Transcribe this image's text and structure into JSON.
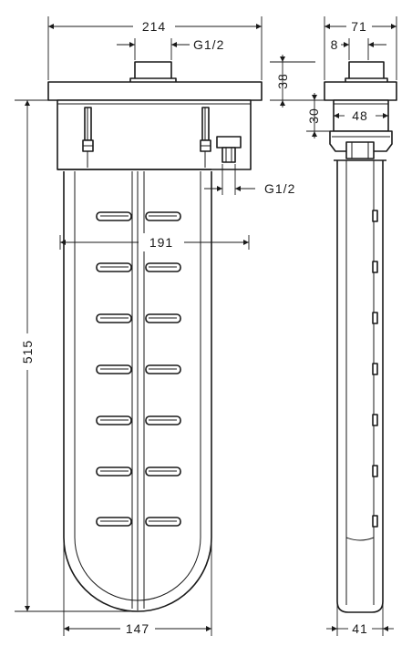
{
  "drawing": {
    "front_view": {
      "width_top": "214",
      "inlet_thread": "G1/2",
      "outlet_thread": "G1/2",
      "width_mid": "191",
      "height_total": "515",
      "width_bottom": "147"
    },
    "side_view": {
      "depth_top": "71",
      "offset": "8",
      "cap_height": "38",
      "housing_height": "30",
      "housing_depth": "48",
      "depth_bottom": "41"
    }
  }
}
